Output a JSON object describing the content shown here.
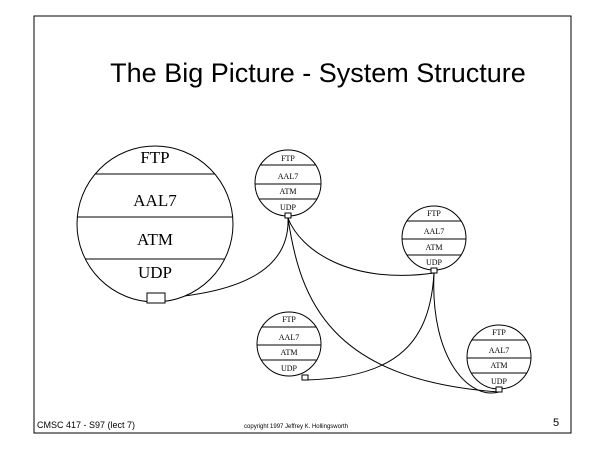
{
  "slide": {
    "title": "The Big Picture - System Structure",
    "footer_left": "CMSC 417 - S97  (lect 7)",
    "footer_center": "copyright 1997  Jeffrey K. Hollingsworth",
    "page_number": "5"
  },
  "stack_layers": [
    "FTP",
    "AAL7",
    "ATM",
    "UDP"
  ],
  "hosts": [
    {
      "name": "host-large",
      "layers": [
        "FTP",
        "AAL7",
        "ATM",
        "UDP"
      ]
    },
    {
      "name": "host-top",
      "layers": [
        "FTP",
        "AAL7",
        "ATM",
        "UDP"
      ]
    },
    {
      "name": "host-right",
      "layers": [
        "FTP",
        "AAL7",
        "ATM",
        "UDP"
      ]
    },
    {
      "name": "host-bottom-left",
      "layers": [
        "FTP",
        "AAL7",
        "ATM",
        "UDP"
      ]
    },
    {
      "name": "host-bottom-right",
      "layers": [
        "FTP",
        "AAL7",
        "ATM",
        "UDP"
      ]
    }
  ],
  "connections": [
    [
      "host-large",
      "host-top"
    ],
    [
      "host-top",
      "host-right"
    ],
    [
      "host-top",
      "host-bottom-right"
    ],
    [
      "host-right",
      "host-bottom-left"
    ],
    [
      "host-right",
      "host-bottom-right"
    ]
  ]
}
